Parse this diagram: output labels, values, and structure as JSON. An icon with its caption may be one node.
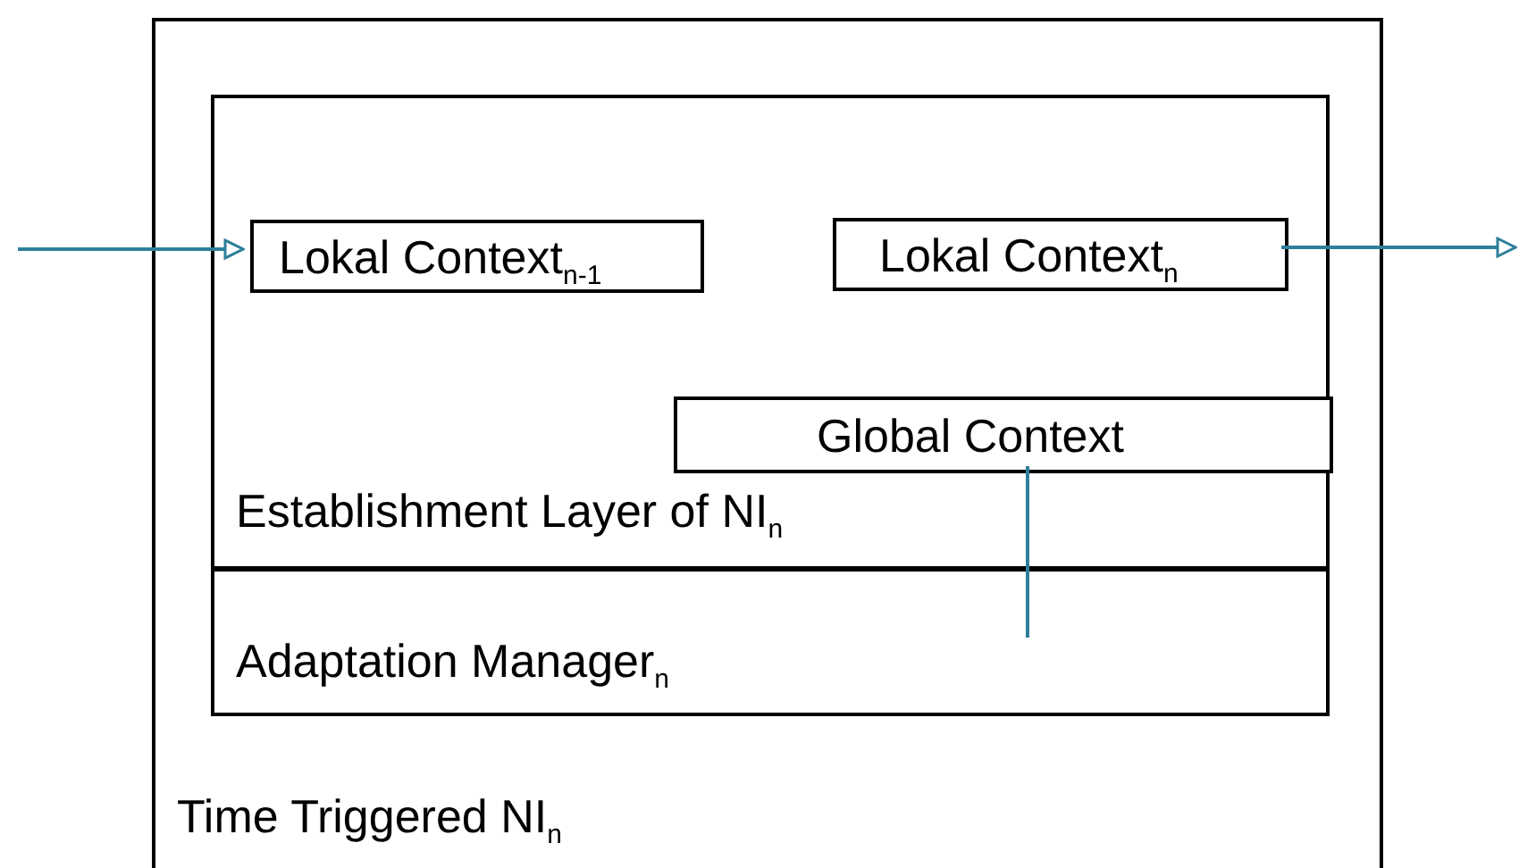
{
  "diagram": {
    "nodes": [
      {
        "text": [
          "Time Triggered NI$_{n}$"
        ]
      },
      {
        "text": [
          "Establishment Layer of NI$_{n}$"
        ],
        "in": 0
      },
      {
        "text": [
          "Lokal Context$_{n-1}$"
        ],
        "in": 1
      },
      {
        "text": [
          "Lokal Context$_{n}$"
        ],
        "in": 1
      },
      {
        "text": [
          "Global Context"
        ],
        "in": 1
      },
      {
        "text": [
          "Adaptation Manager$_{n}$"
        ],
        "in": 0
      }
    ],
    "edges": [
      {
        "from": null,
        "to": 2,
        "arrow": "to"
      },
      {
        "from": 3,
        "to": null,
        "arrow": "to"
      },
      {
        "from": 4,
        "to": 5,
        "arrow": "none"
      }
    ]
  }
}
